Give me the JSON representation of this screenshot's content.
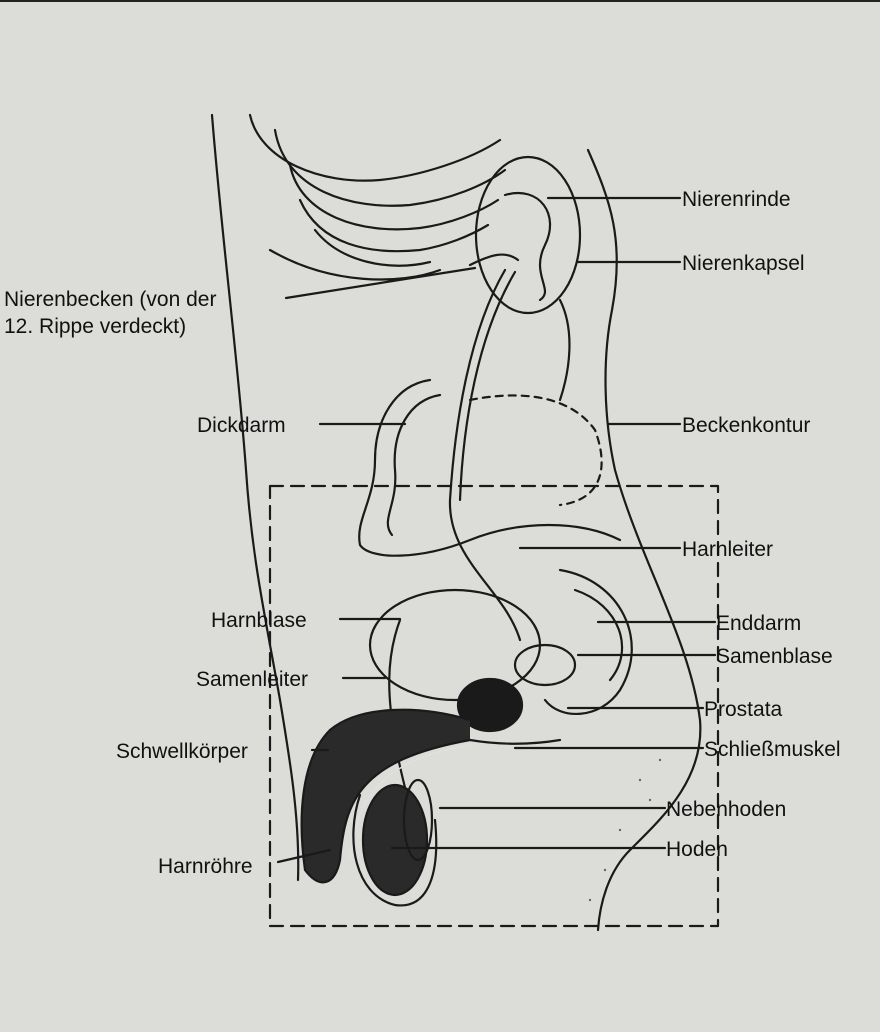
{
  "labels": {
    "right": [
      {
        "id": "nierenrinde",
        "text": "Nierenrinde"
      },
      {
        "id": "nierenkapsel",
        "text": "Nierenkapsel"
      },
      {
        "id": "beckenkontur",
        "text": "Beckenkontur"
      },
      {
        "id": "harnleiter",
        "text": "Harnleiter"
      },
      {
        "id": "enddarm",
        "text": "Enddarm"
      },
      {
        "id": "samenblase",
        "text": "Samenblase"
      },
      {
        "id": "prostata",
        "text": "Prostata"
      },
      {
        "id": "schliessmuskel",
        "text": "Schließmuskel"
      },
      {
        "id": "nebenhoden",
        "text": "Nebenhoden"
      },
      {
        "id": "hoden",
        "text": "Hoden"
      }
    ],
    "left": [
      {
        "id": "nierenbecken-1",
        "text": "Nierenbecken (von der"
      },
      {
        "id": "nierenbecken-2",
        "text": "12. Rippe verdeckt)"
      },
      {
        "id": "dickdarm",
        "text": "Dickdarm"
      },
      {
        "id": "harnblase",
        "text": "Harnblase"
      },
      {
        "id": "samenleiter",
        "text": "Samenleiter"
      },
      {
        "id": "schwellkoerper",
        "text": "Schwellkörper"
      },
      {
        "id": "harnroehre",
        "text": "Harnröhre"
      }
    ]
  }
}
